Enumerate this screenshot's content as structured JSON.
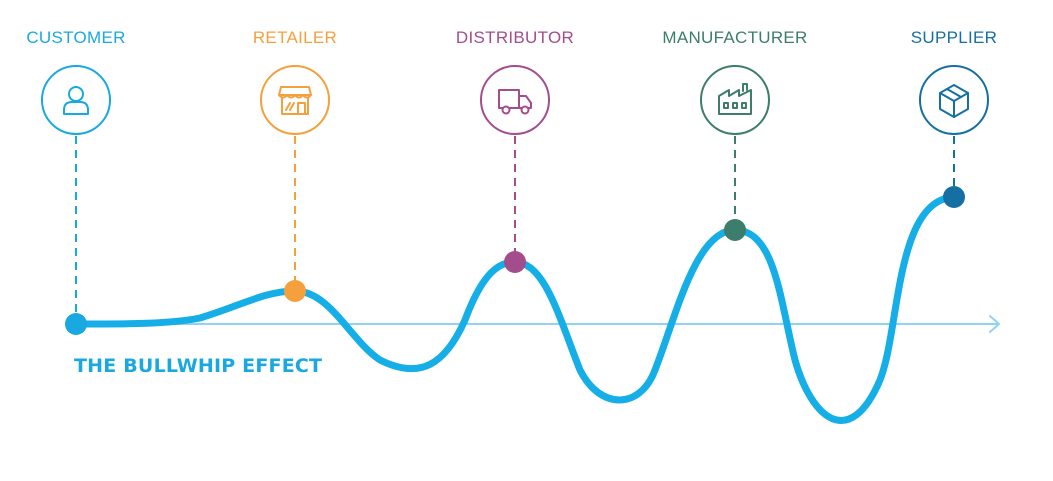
{
  "diagram": {
    "title": "THE BULLWHIP EFFECT",
    "title_color": "#1aa8e0",
    "curve_color": "#15aee6",
    "axis_color": "#8fd3f1",
    "stages": [
      {
        "id": "customer",
        "label": "CUSTOMER",
        "color": "#1aa8e0",
        "icon": "user-icon"
      },
      {
        "id": "retailer",
        "label": "RETAILER",
        "color": "#f5a03c",
        "icon": "store-icon"
      },
      {
        "id": "distributor",
        "label": "DISTRIBUTOR",
        "color": "#a34d8d",
        "icon": "truck-icon"
      },
      {
        "id": "manufacturer",
        "label": "MANUFACTURER",
        "color": "#3c7d6c",
        "icon": "factory-icon"
      },
      {
        "id": "supplier",
        "label": "SUPPLIER",
        "color": "#156fa3",
        "icon": "box-icon"
      }
    ]
  }
}
